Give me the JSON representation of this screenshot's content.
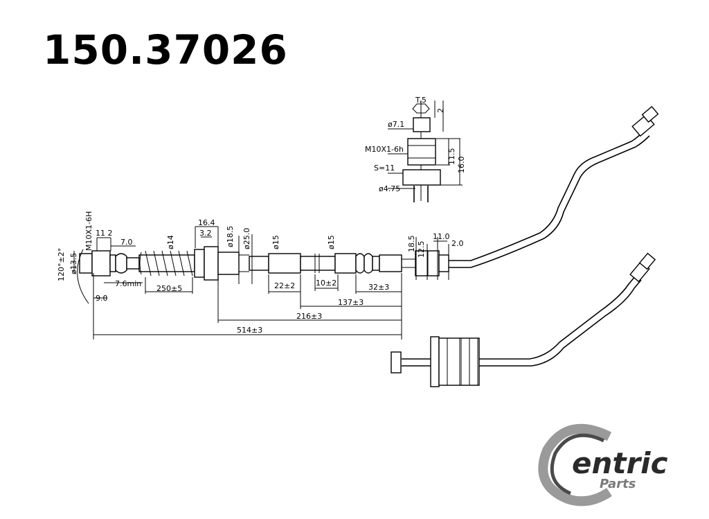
{
  "header": {
    "part_number": "150.37026"
  },
  "dimensions": {
    "thread_left": "M10X1-6H",
    "d11_2": "11 2",
    "d7_0": "7.0",
    "angle": "120°±2°",
    "dia13_5": "ø13.5",
    "d7_6": "7.6min",
    "d9_0": "9.0",
    "dia14": "ø14",
    "d250": "250±5",
    "d16_4": "16.4",
    "d3_2": "3.2",
    "dia18_5": "ø18.5",
    "dia25": "ø25.0",
    "dia15a": "ø15",
    "dia15b": "ø15",
    "d22": "22±2",
    "d10": "10±2",
    "d32": "32±3",
    "d137": "137±3",
    "d216": "216±3",
    "d514": "514±3",
    "d18_5r": "18.5",
    "d12_5": "12.5",
    "d11_0": "11.0",
    "d2_0": "2.0",
    "detail_t": "T.5",
    "detail_2": "2",
    "detail_dia7_1": "ø7.1",
    "detail_thread": "M10X1-6h",
    "detail_11_5": "11.5",
    "detail_16_0": "16.0",
    "detail_s11": "S=11",
    "detail_dia4_75": "ø4.75"
  },
  "logo": {
    "brand": "entric",
    "sub": "Parts",
    "initial": "C"
  }
}
